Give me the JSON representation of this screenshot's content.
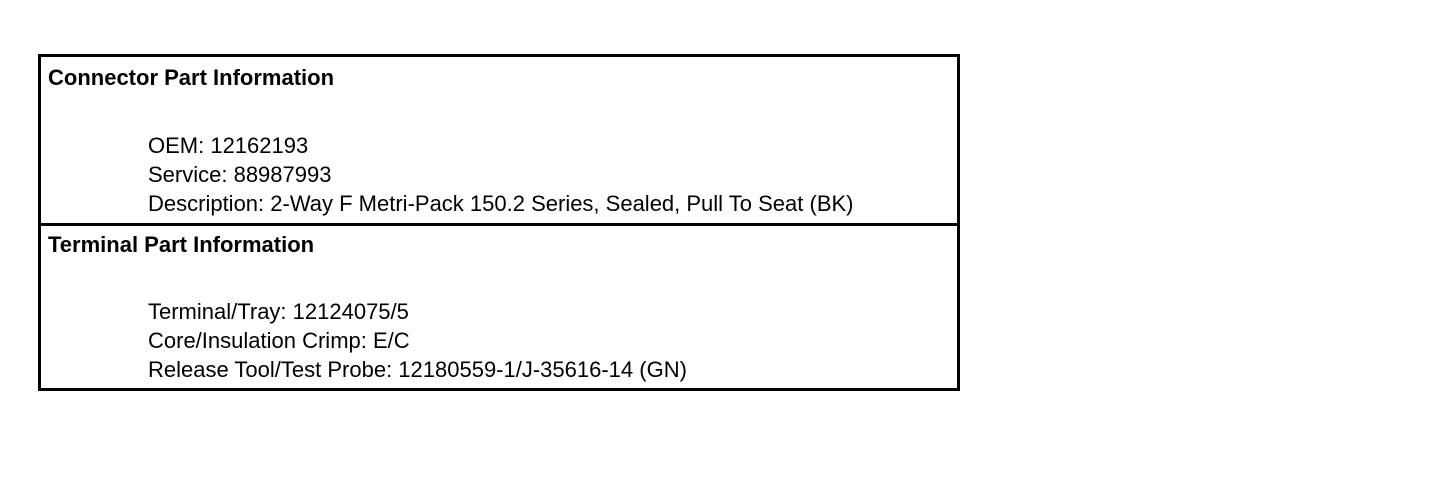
{
  "connector": {
    "title": "Connector Part Information",
    "fields": [
      "OEM: 12162193",
      "Service: 88987993",
      "Description: 2-Way F Metri-Pack 150.2 Series, Sealed, Pull To Seat (BK)"
    ]
  },
  "terminal": {
    "title": "Terminal Part Information",
    "fields": [
      "Terminal/Tray: 12124075/5",
      "Core/Insulation Crimp: E/C",
      "Release Tool/Test Probe: 12180559-1/J-35616-14 (GN)"
    ]
  }
}
